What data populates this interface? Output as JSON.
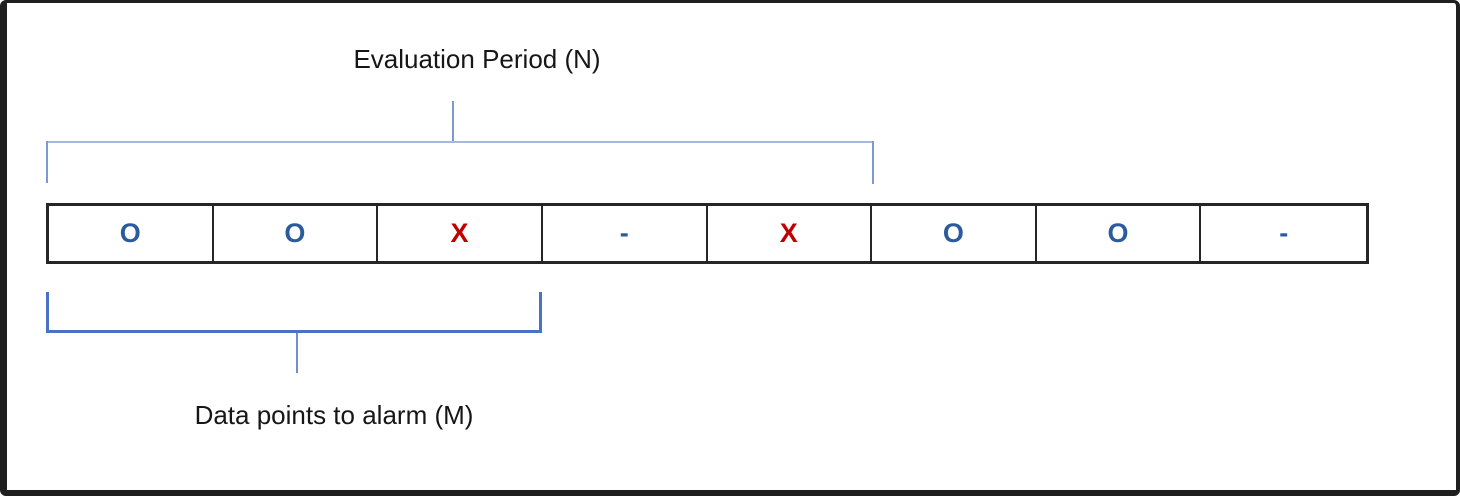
{
  "diagram": {
    "evaluation_period_label": "Evaluation Period (N)",
    "data_points_label": "Data points to alarm (M)",
    "cells": [
      {
        "symbol": "O",
        "state": "ok"
      },
      {
        "symbol": "O",
        "state": "ok"
      },
      {
        "symbol": "X",
        "state": "breach"
      },
      {
        "symbol": "-",
        "state": "missing"
      },
      {
        "symbol": "X",
        "state": "breach"
      },
      {
        "symbol": "O",
        "state": "ok"
      },
      {
        "symbol": "O",
        "state": "ok"
      },
      {
        "symbol": "-",
        "state": "missing"
      }
    ],
    "total_cells": 8,
    "evaluation_period_span_cells": 5,
    "data_points_span_cells": 3,
    "colors": {
      "symbol_colors": {
        "ok": "#2b5b9d",
        "breach": "#c00000",
        "missing": "#2b5b9d"
      },
      "bracket_blue": "#4a72c4",
      "bracket_light_blue": "#a6b8e0",
      "table_border": "#262626",
      "label_text": "#161616",
      "frame": "#1f1f1f"
    }
  }
}
